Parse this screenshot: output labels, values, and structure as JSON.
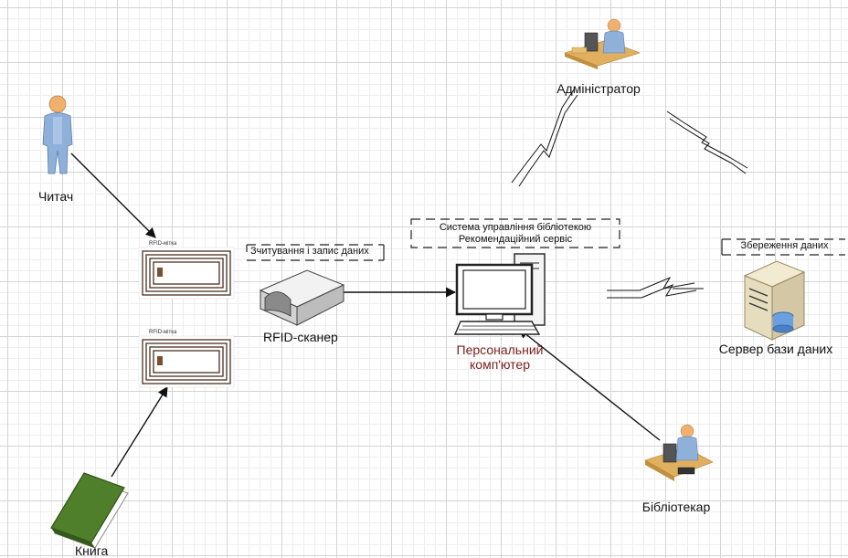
{
  "nodes": {
    "reader": "Читач",
    "book": "Книга",
    "rfid_tag_1": "RFID-мітка",
    "rfid_tag_2": "RFID-мітка",
    "scanner": "RFID-сканер",
    "scanner_note": "Зчитування і запис даних",
    "pc_line1": "Персональний",
    "pc_line2": "комп'ютер",
    "software_line1": "Система управління бібліотекою",
    "software_line2": "Рекомендаційний сервіс",
    "admin": "Адміністратор",
    "db_server": "Сервер бази даних",
    "db_note": "Збереження даних",
    "librarian": "Бібліотекар"
  },
  "colors": {
    "line": "#111111",
    "person": "#8fb0d8",
    "skin": "#f0b070",
    "book_cover": "#4f7f2a",
    "pc_label": "#7a2020",
    "tag_coil": "#4a3020"
  }
}
